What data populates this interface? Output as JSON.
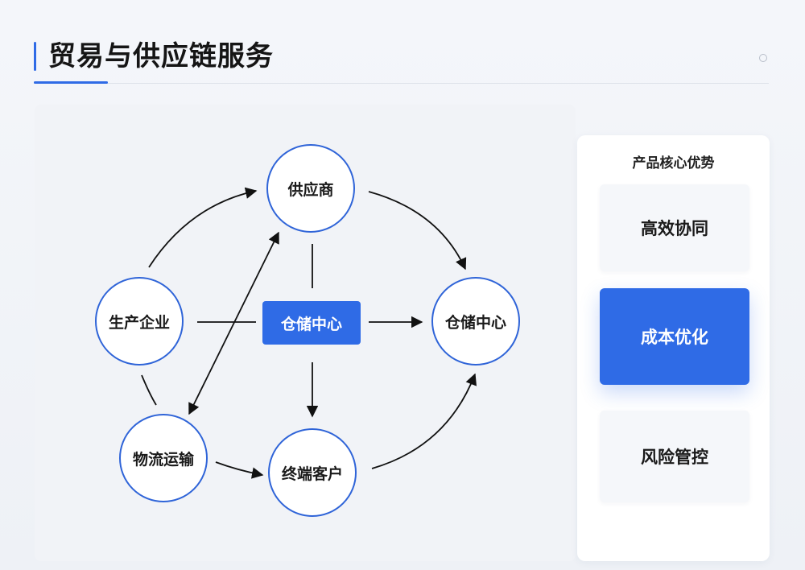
{
  "header": {
    "title": "贸易与供应链服务"
  },
  "diagram": {
    "nodes": {
      "supplier": "供应商",
      "manufacturer": "生产企业",
      "warehouse_right": "仓储中心",
      "logistics": "物流运输",
      "customer": "终端客户"
    },
    "hub": "仓储中心"
  },
  "panel": {
    "title": "产品核心优势",
    "cards": [
      {
        "label": "高效协同",
        "active": false
      },
      {
        "label": "成本优化",
        "active": true
      },
      {
        "label": "风险管控",
        "active": false
      }
    ]
  },
  "colors": {
    "accent": "#2f6be6",
    "node_border": "#2f64d8"
  }
}
